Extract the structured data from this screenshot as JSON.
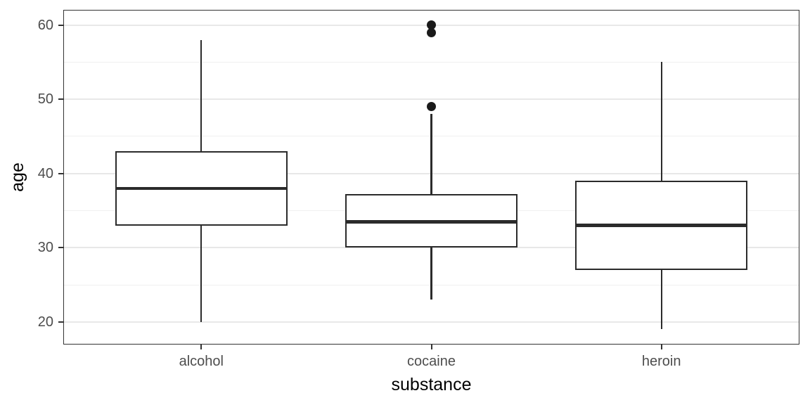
{
  "chart_data": {
    "type": "boxplot",
    "title": "",
    "xlabel": "substance",
    "ylabel": "age",
    "categories": [
      "alcohol",
      "cocaine",
      "heroin"
    ],
    "series": [
      {
        "category": "alcohol",
        "lower_whisker": 20,
        "q1": 33,
        "median": 38,
        "q3": 43,
        "upper_whisker": 58,
        "outliers": []
      },
      {
        "category": "cocaine",
        "lower_whisker": 23,
        "q1": 30,
        "median": 33.5,
        "q3": 37.25,
        "upper_whisker": 48,
        "outliers": [
          49,
          59,
          60
        ]
      },
      {
        "category": "heroin",
        "lower_whisker": 19,
        "q1": 27,
        "median": 33,
        "q3": 39,
        "upper_whisker": 55,
        "outliers": []
      }
    ],
    "y_axis": {
      "ticks": [
        20,
        30,
        40,
        50,
        60
      ],
      "minor_ticks": [
        25,
        35,
        45,
        55
      ],
      "range": [
        16.95,
        62.05
      ]
    },
    "x_axis": {
      "tick_labels": [
        "alcohol",
        "cocaine",
        "heroin"
      ]
    },
    "grid": true,
    "legend": "none",
    "colors": {
      "panel_background": "#ffffff",
      "panel_border": "#333333",
      "grid_major": "#e8e8e8",
      "grid_minor": "#f0f0f0",
      "box_stroke": "#2b2b2b",
      "box_fill": "#ffffff",
      "outlier": "#1a1a1a",
      "tick_mark": "#333333",
      "tick_label": "#4d4d4d",
      "axis_title": "#000000"
    }
  }
}
